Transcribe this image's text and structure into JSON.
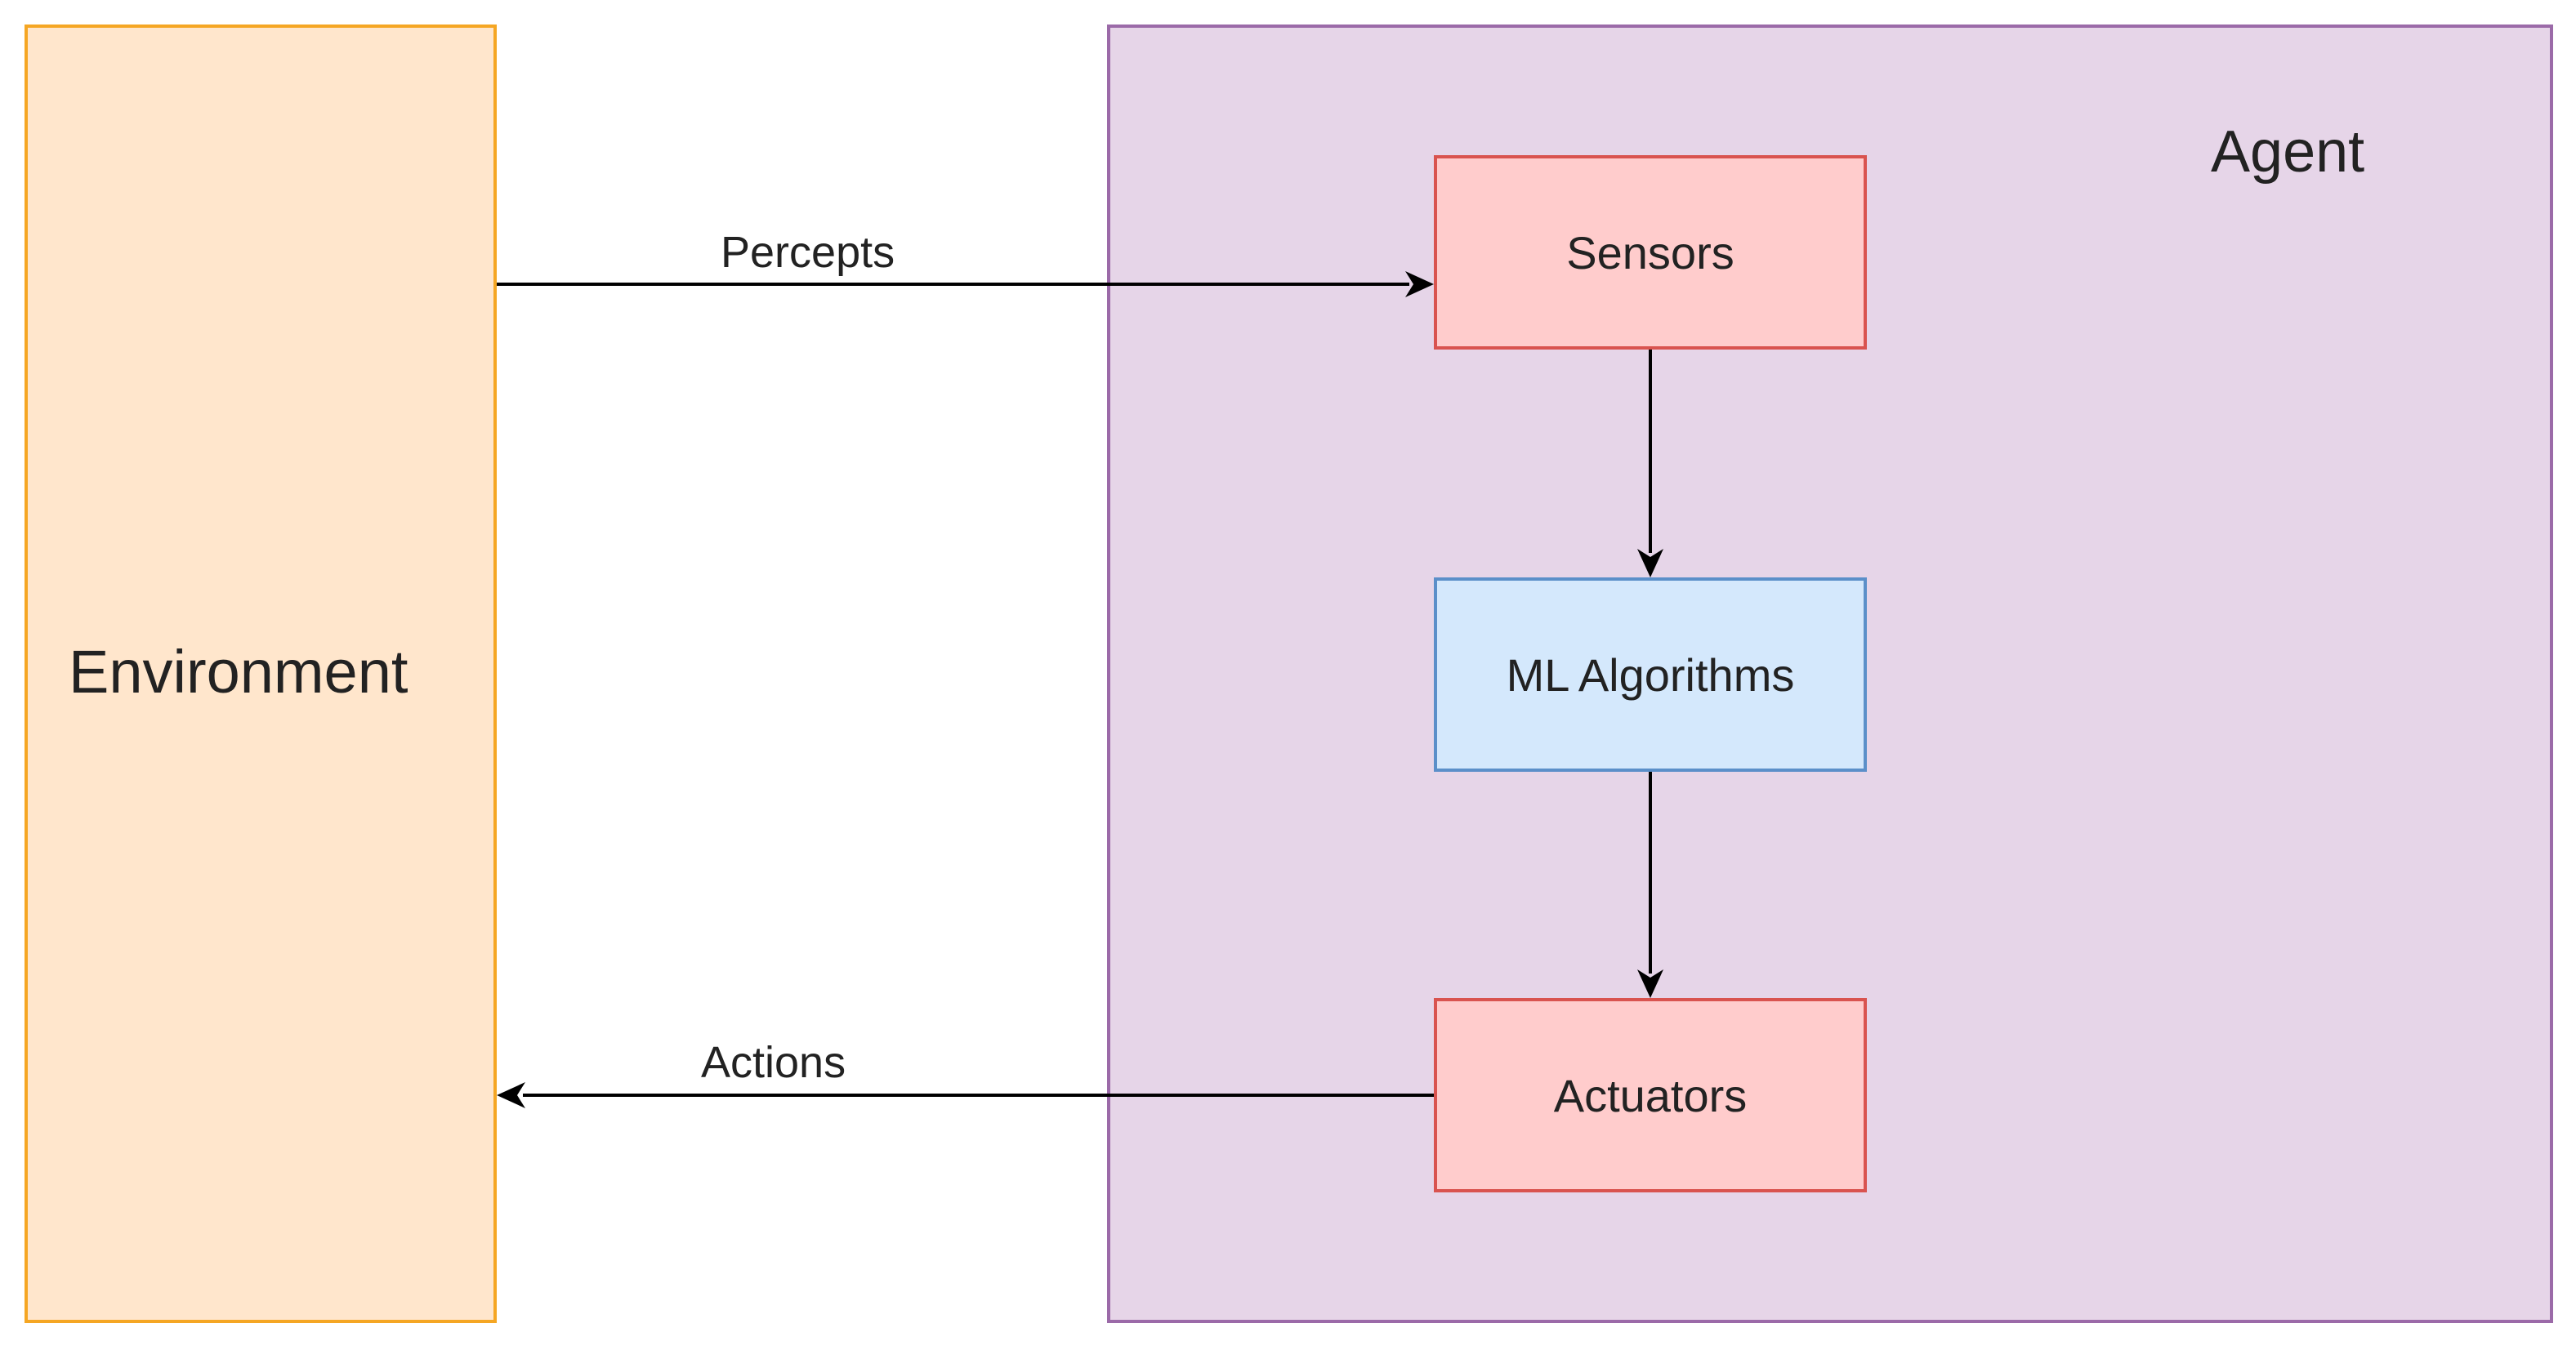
{
  "environment": {
    "label": "Environment"
  },
  "agent": {
    "label": "Agent"
  },
  "nodes": {
    "sensors": "Sensors",
    "ml": "ML Algorithms",
    "actuators": "Actuators"
  },
  "edges": {
    "percepts": "Percepts",
    "actions": "Actions"
  },
  "colors": {
    "environment_fill": "#ffe6cc",
    "environment_border": "#f5a623",
    "agent_fill": "#e6d5e8",
    "agent_border": "#9b6aa8",
    "sensor_fill": "#ffcccc",
    "sensor_border": "#d9534f",
    "ml_fill": "#d4e8fc",
    "ml_border": "#5b8fc9",
    "arrow": "#000000"
  }
}
